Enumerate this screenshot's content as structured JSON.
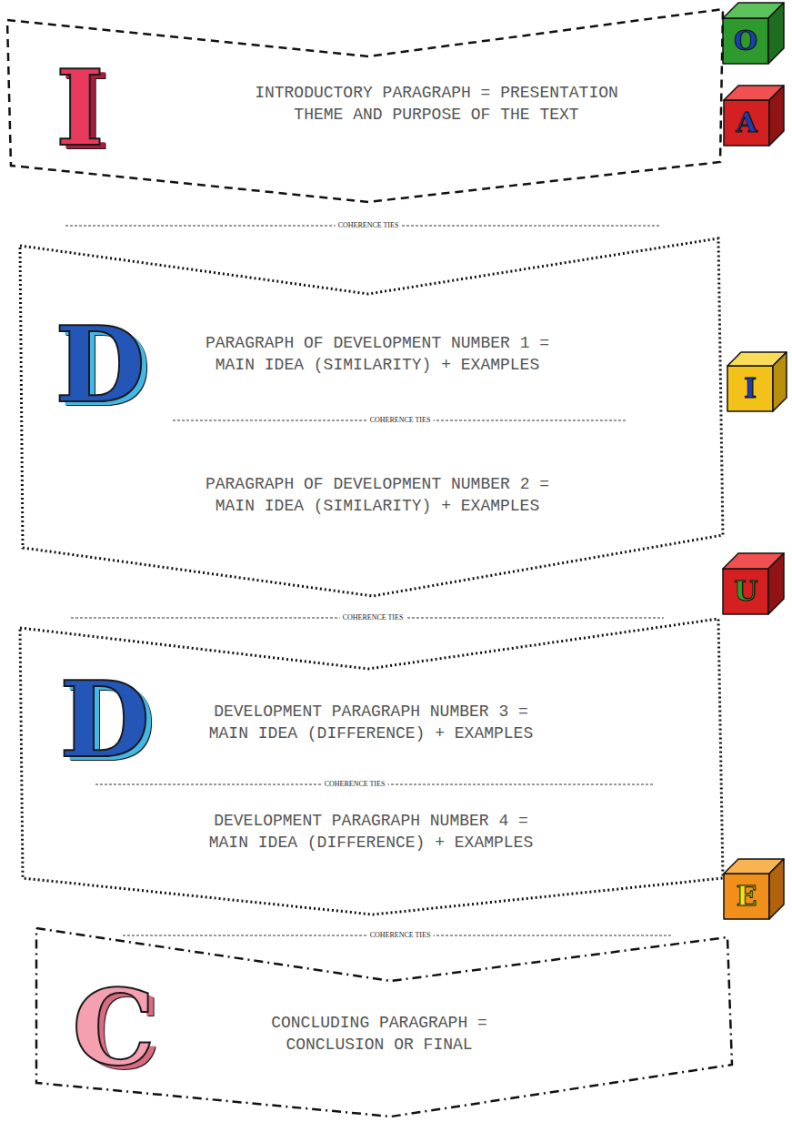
{
  "diagram": {
    "nodes": [
      {
        "text": [
          "INTRODUCTORY PARAGRAPH = PRESENTATION THEME AND PURPOSE OF THE TEXT"
        ]
      },
      {
        "text": [
          "PARAGRAPH OF DEVELOPMENT NUMBER 1 = MAIN IDEA (SIMILARITY) + EXAMPLES",
          "PARAGRAPH OF DEVELOPMENT NUMBER 2 = MAIN IDEA (SIMILARITY) + EXAMPLES"
        ]
      },
      {
        "text": [
          "DEVELOPMENT PARAGRAPH NUMBER 3 = MAIN IDEA (DIFFERENCE) + EXAMPLES",
          "DEVELOPMENT PARAGRAPH NUMBER 4 = MAIN IDEA (DIFFERENCE) + EXAMPLES"
        ]
      },
      {
        "text": [
          "CONCLUDING PARAGRAPH = CONCLUSION OR FINAL"
        ]
      }
    ],
    "labels": [
      "O",
      "I",
      "A",
      "COHERENCE TIES",
      "D",
      "I",
      "COHERENCE TIES",
      "U",
      "COHERENCE TIES",
      "D",
      "COHERENCE TIES",
      "E",
      "COHERENCE TIES",
      "C"
    ]
  }
}
